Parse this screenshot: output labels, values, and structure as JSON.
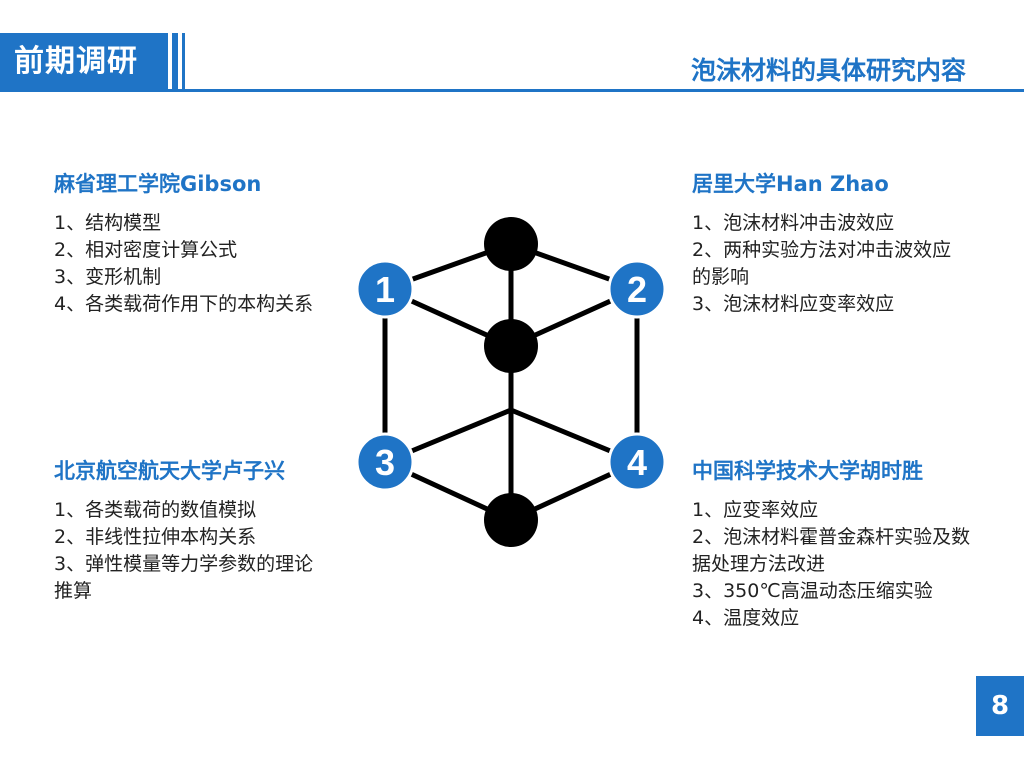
{
  "header": {
    "section_label": "前期调研",
    "title": "泡沫材料的具体研究内容"
  },
  "blocks": [
    {
      "heading": "麻省理工学院Gibson",
      "items": [
        "1、结构模型",
        "2、相对密度计算公式",
        "3、变形机制",
        "4、各类载荷作用下的本构关系"
      ]
    },
    {
      "heading": "居里大学Han Zhao",
      "items": [
        "1、泡沫材料冲击波效应",
        "2、两种实验方法对冲击波效应的影响",
        "3、泡沫材料应变率效应"
      ]
    },
    {
      "heading": "北京航空航天大学卢子兴",
      "items": [
        "1、各类载荷的数值模拟",
        "2、非线性拉伸本构关系",
        "3、弹性模量等力学参数的理论推算"
      ]
    },
    {
      "heading": "中国科学技术大学胡时胜",
      "items": [
        "1、应变率效应",
        "2、泡沫材料霍普金森杆实验及数据处理方法改进",
        "3、350℃高温动态压缩实验",
        "4、温度效应"
      ]
    }
  ],
  "diagram": {
    "node_labels": [
      "1",
      "2",
      "3",
      "4"
    ],
    "colors": {
      "accent": "#1f74c6",
      "node": "#000000",
      "edge": "#000000"
    }
  },
  "page_number": "8"
}
